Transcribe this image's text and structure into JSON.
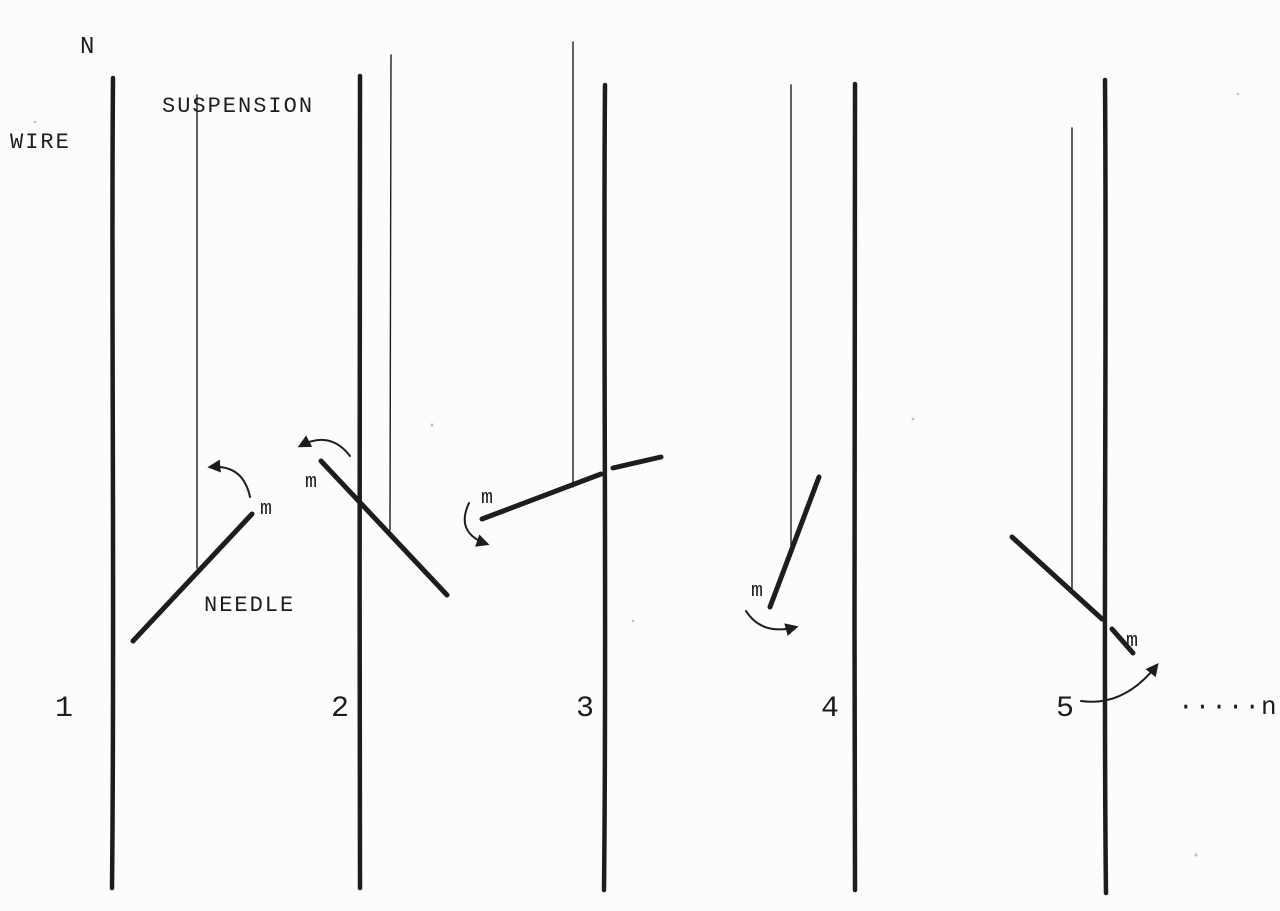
{
  "colors": {
    "paper": "#fcfcfa",
    "ink": "#1d1d1d"
  },
  "labels": {
    "north": "N",
    "wire": "WIRE",
    "suspension": "SUSPENSION",
    "needle": "NEEDLE",
    "mass": "m",
    "sequence_end": "·····n"
  },
  "wires": [
    {
      "number": "1"
    },
    {
      "number": "2"
    },
    {
      "number": "3"
    },
    {
      "number": "4"
    },
    {
      "number": "5"
    }
  ]
}
